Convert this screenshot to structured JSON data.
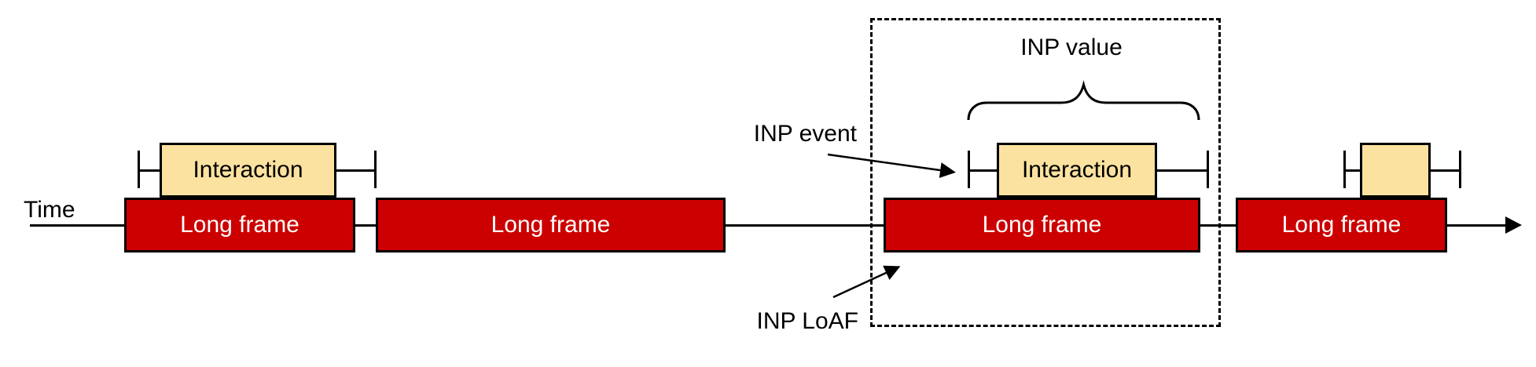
{
  "axis": {
    "label": "Time"
  },
  "frames": [
    {
      "label": "Long frame",
      "interaction_label": "Interaction"
    },
    {
      "label": "Long frame"
    },
    {
      "label": "Long frame",
      "interaction_label": "Interaction"
    },
    {
      "label": "Long frame",
      "interaction_label": ""
    }
  ],
  "annotations": {
    "inp_event_label": "INP event",
    "inp_value_label": "INP value",
    "inp_loaf_label": "INP LoAF"
  },
  "colors": {
    "long_frame_fill": "#cc0000",
    "long_frame_text": "#ffffff",
    "interaction_fill": "#fbe2a0",
    "interaction_text": "#000000",
    "line_and_border": "#000000",
    "background": "#ffffff"
  }
}
